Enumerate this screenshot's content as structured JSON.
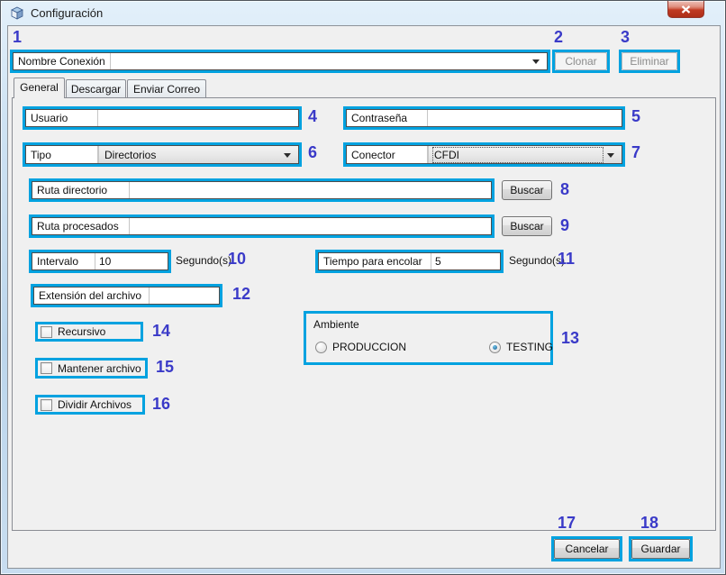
{
  "window": {
    "title": "Configuración"
  },
  "header": {
    "connection_label": "Nombre Conexión",
    "clone_button": "Clonar",
    "delete_button": "Eliminar"
  },
  "tabs": {
    "general": "General",
    "descargar": "Descargar",
    "enviar": "Enviar Correo"
  },
  "general_tab": {
    "usuario_label": "Usuario",
    "contrasena_label": "Contraseña",
    "tipo_label": "Tipo",
    "tipo_value": "Directorios",
    "conector_label": "Conector",
    "conector_value": "CFDI",
    "ruta_directorio_label": "Ruta directorio",
    "ruta_procesados_label": "Ruta procesados",
    "buscar_button": "Buscar",
    "intervalo_label": "Intervalo",
    "intervalo_value": "10",
    "intervalo_unit": "Segundo(s)",
    "encolar_label": "Tiempo para encolar",
    "encolar_value": "5",
    "encolar_unit": "Segundo(s)",
    "extension_label": "Extensión del archivo",
    "recursivo_label": "Recursivo",
    "mantener_label": "Mantener archivo",
    "dividir_label": "Dividir Archivos",
    "ambiente_label": "Ambiente",
    "produccion_label": "PRODUCCION",
    "testing_label": "TESTING",
    "testing_selected": true,
    "produccion_selected": false
  },
  "footer": {
    "cancel_button": "Cancelar",
    "save_button": "Guardar"
  },
  "annotations": {
    "box_color": "#00a2e0",
    "number_color": "#3a3ac8",
    "numbers": [
      "1",
      "2",
      "3",
      "4",
      "5",
      "6",
      "7",
      "8",
      "9",
      "10",
      "11",
      "12",
      "13",
      "14",
      "15",
      "16",
      "17",
      "18"
    ]
  }
}
